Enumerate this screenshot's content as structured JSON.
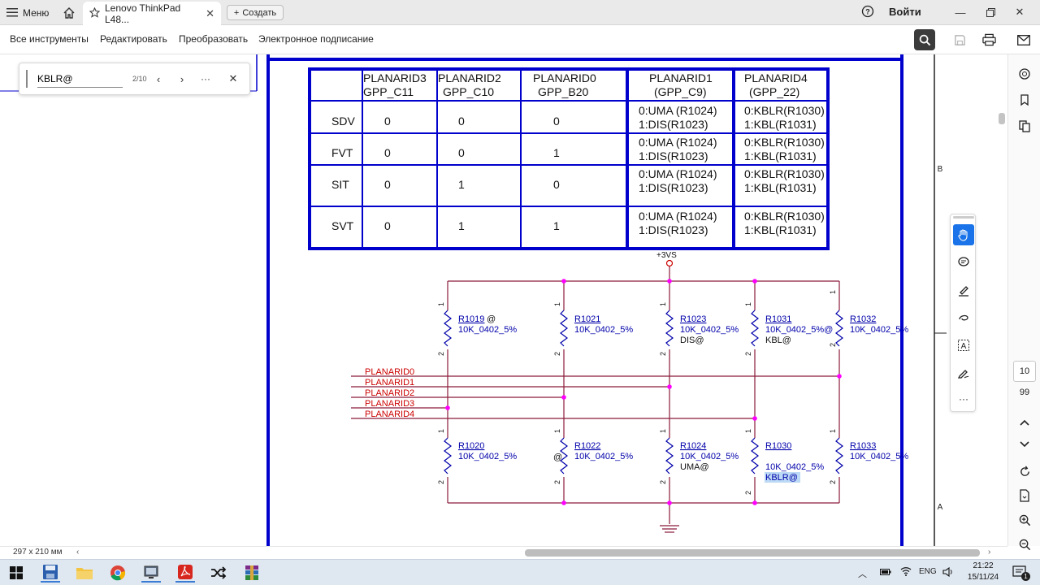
{
  "titlebar": {
    "menu_label": "Меню",
    "tab_title": "Lenovo ThinkPad L48...",
    "create_label": "Создать",
    "signin_label": "Войти"
  },
  "toolbar": {
    "menus": [
      "Все инструменты",
      "Редактировать",
      "Преобразовать",
      "Электронное подписание"
    ]
  },
  "find": {
    "query": "KBLR@",
    "count": "2/10"
  },
  "schematic": {
    "table": {
      "headers": [
        [
          "PLANARID3",
          "GPP_C11"
        ],
        [
          "PLANARID2",
          "GPP_C10"
        ],
        [
          "PLANARID0",
          "GPP_B20"
        ],
        [
          "PLANARID1",
          "(GPP_C9)"
        ],
        [
          "PLANARID4",
          "(GPP_22)"
        ]
      ],
      "rows": [
        {
          "label": "SDV",
          "v": [
            "0",
            "0",
            "0"
          ],
          "c9": [
            "0:UMA (R1024)",
            "1:DIS(R1023)"
          ],
          "c22": [
            "0:KBLR(R1030)",
            "1:KBL(R1031)"
          ]
        },
        {
          "label": "FVT",
          "v": [
            "0",
            "0",
            "1"
          ],
          "c9": [
            "0:UMA (R1024)",
            "1:DIS(R1023)"
          ],
          "c22": [
            "0:KBLR(R1030)",
            "1:KBL(R1031)"
          ]
        },
        {
          "label": "SIT",
          "v": [
            "0",
            "1",
            "0"
          ],
          "c9": [
            "0:UMA (R1024)",
            "1:DIS(R1023)"
          ],
          "c22": [
            "0:KBLR(R1030)",
            "1:KBL(R1031)"
          ]
        },
        {
          "label": "SVT",
          "v": [
            "0",
            "1",
            "1"
          ],
          "c9": [
            "0:UMA (R1024)",
            "1:DIS(R1023)"
          ],
          "c22": [
            "0:KBLR(R1030)",
            "1:KBL(R1031)"
          ]
        }
      ]
    },
    "power_label": "+3VS",
    "nets": [
      "PLANARID0",
      "PLANARID1",
      "PLANARID2",
      "PLANARID3",
      "PLANARID4"
    ],
    "top_resistors": [
      {
        "ref": "R1019",
        "suffix": " @",
        "value": "10K_0402_5%",
        "note": ""
      },
      {
        "ref": "R1021",
        "suffix": "",
        "value": "10K_0402_5%",
        "note": ""
      },
      {
        "ref": "R1023",
        "suffix": "",
        "value": "10K_0402_5%",
        "note": "DIS@"
      },
      {
        "ref": "R1031",
        "suffix": "",
        "value": "10K_0402_5%@",
        "note": "KBL@"
      },
      {
        "ref": "R1032",
        "suffix": "",
        "value": "10K_0402_5%",
        "note": ""
      }
    ],
    "bottom_resistors": [
      {
        "ref": "R1020",
        "value": "10K_0402_5%",
        "note": ""
      },
      {
        "ref": "R1022",
        "value": "10K_0402_5%",
        "note": ""
      },
      {
        "ref": "R1024",
        "value": "10K_0402_5%",
        "note": "UMA@"
      },
      {
        "ref": "R1030",
        "value": "10K_0402_5%",
        "note": "KBLR@"
      },
      {
        "ref": "R1033",
        "value": "10K_0402_5%",
        "note": ""
      }
    ],
    "pin1": "1",
    "pin2": "2",
    "at_sign": "@",
    "border_labels": [
      "B",
      "A"
    ]
  },
  "pager": {
    "current": "10",
    "total": "99"
  },
  "status": {
    "paper_size": "297 x 210 мм"
  },
  "taskbar": {
    "lang": "ENG",
    "time": "21:22",
    "date": "15/11/24",
    "notif_count": "1"
  },
  "colors": {
    "table_border": "#0000cc",
    "frame": "#0000cc",
    "wire": "#8b1a3a",
    "net_label": "#cc0000",
    "junction": "#ff00ff",
    "ref_text": "#0000aa",
    "highlight": "#bcd9f5",
    "accent": "#1a73e8"
  }
}
